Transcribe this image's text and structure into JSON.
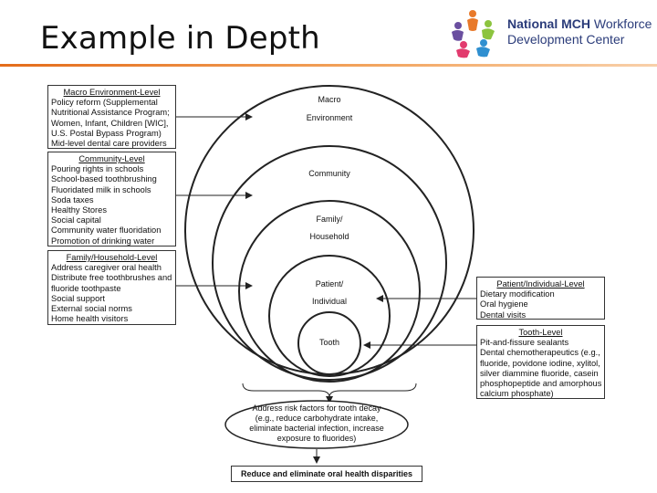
{
  "title": "Example in Depth",
  "logo": {
    "line1_bold": "National MCH",
    "line1_rest": " Workforce",
    "line2": "Development Center"
  },
  "circles": {
    "macro": [
      "Macro",
      "Environment"
    ],
    "community": [
      "Community"
    ],
    "family": [
      "Family/",
      "Household"
    ],
    "patient": [
      "Patient/",
      "Individual"
    ],
    "tooth": [
      "Tooth"
    ]
  },
  "boxes": {
    "macro": {
      "heading": "Macro Environment-Level",
      "items": [
        "Policy reform (Supplemental",
        "Nutritional Assistance Program;",
        "Women, Infant, Children [WIC],",
        "U.S. Postal Bypass Program)",
        "Mid-level dental care providers"
      ]
    },
    "community": {
      "heading": "Community-Level",
      "items": [
        "Pouring rights in schools",
        "School-based toothbrushing",
        "Fluoridated milk in schools",
        "Soda taxes",
        "Healthy Stores",
        "Social capital",
        "Community water fluoridation",
        "Promotion of drinking water"
      ]
    },
    "family": {
      "heading": "Family/Household-Level",
      "items": [
        "Address caregiver oral health",
        "Distribute free toothbrushes and",
        "fluoride toothpaste",
        "Social support",
        "External social norms",
        "Home health visitors"
      ]
    },
    "patient": {
      "heading": "Patient/Individual-Level",
      "items": [
        "Dietary modification",
        "Oral hygiene",
        "Dental visits"
      ]
    },
    "tooth": {
      "heading": "Tooth-Level",
      "items": [
        "Pit-and-fissure sealants",
        "Dental chemotherapeutics (e.g.,",
        "fluoride, povidone iodine, xylitol,",
        "silver diammine fluoride, casein",
        "phosphopeptide and amorphous",
        "calcium phosphate)"
      ]
    }
  },
  "oval": {
    "line1": "Address risk factors for tooth decay",
    "line2": "(e.g., reduce carbohydrate intake,",
    "line3": "eliminate bacterial infection, increase",
    "line4": "exposure to fluorides)"
  },
  "bottom": "Reduce and eliminate oral health disparities",
  "colors": {
    "accent_rule": "#e46c1a",
    "logo_text": "#2b3c7a"
  }
}
